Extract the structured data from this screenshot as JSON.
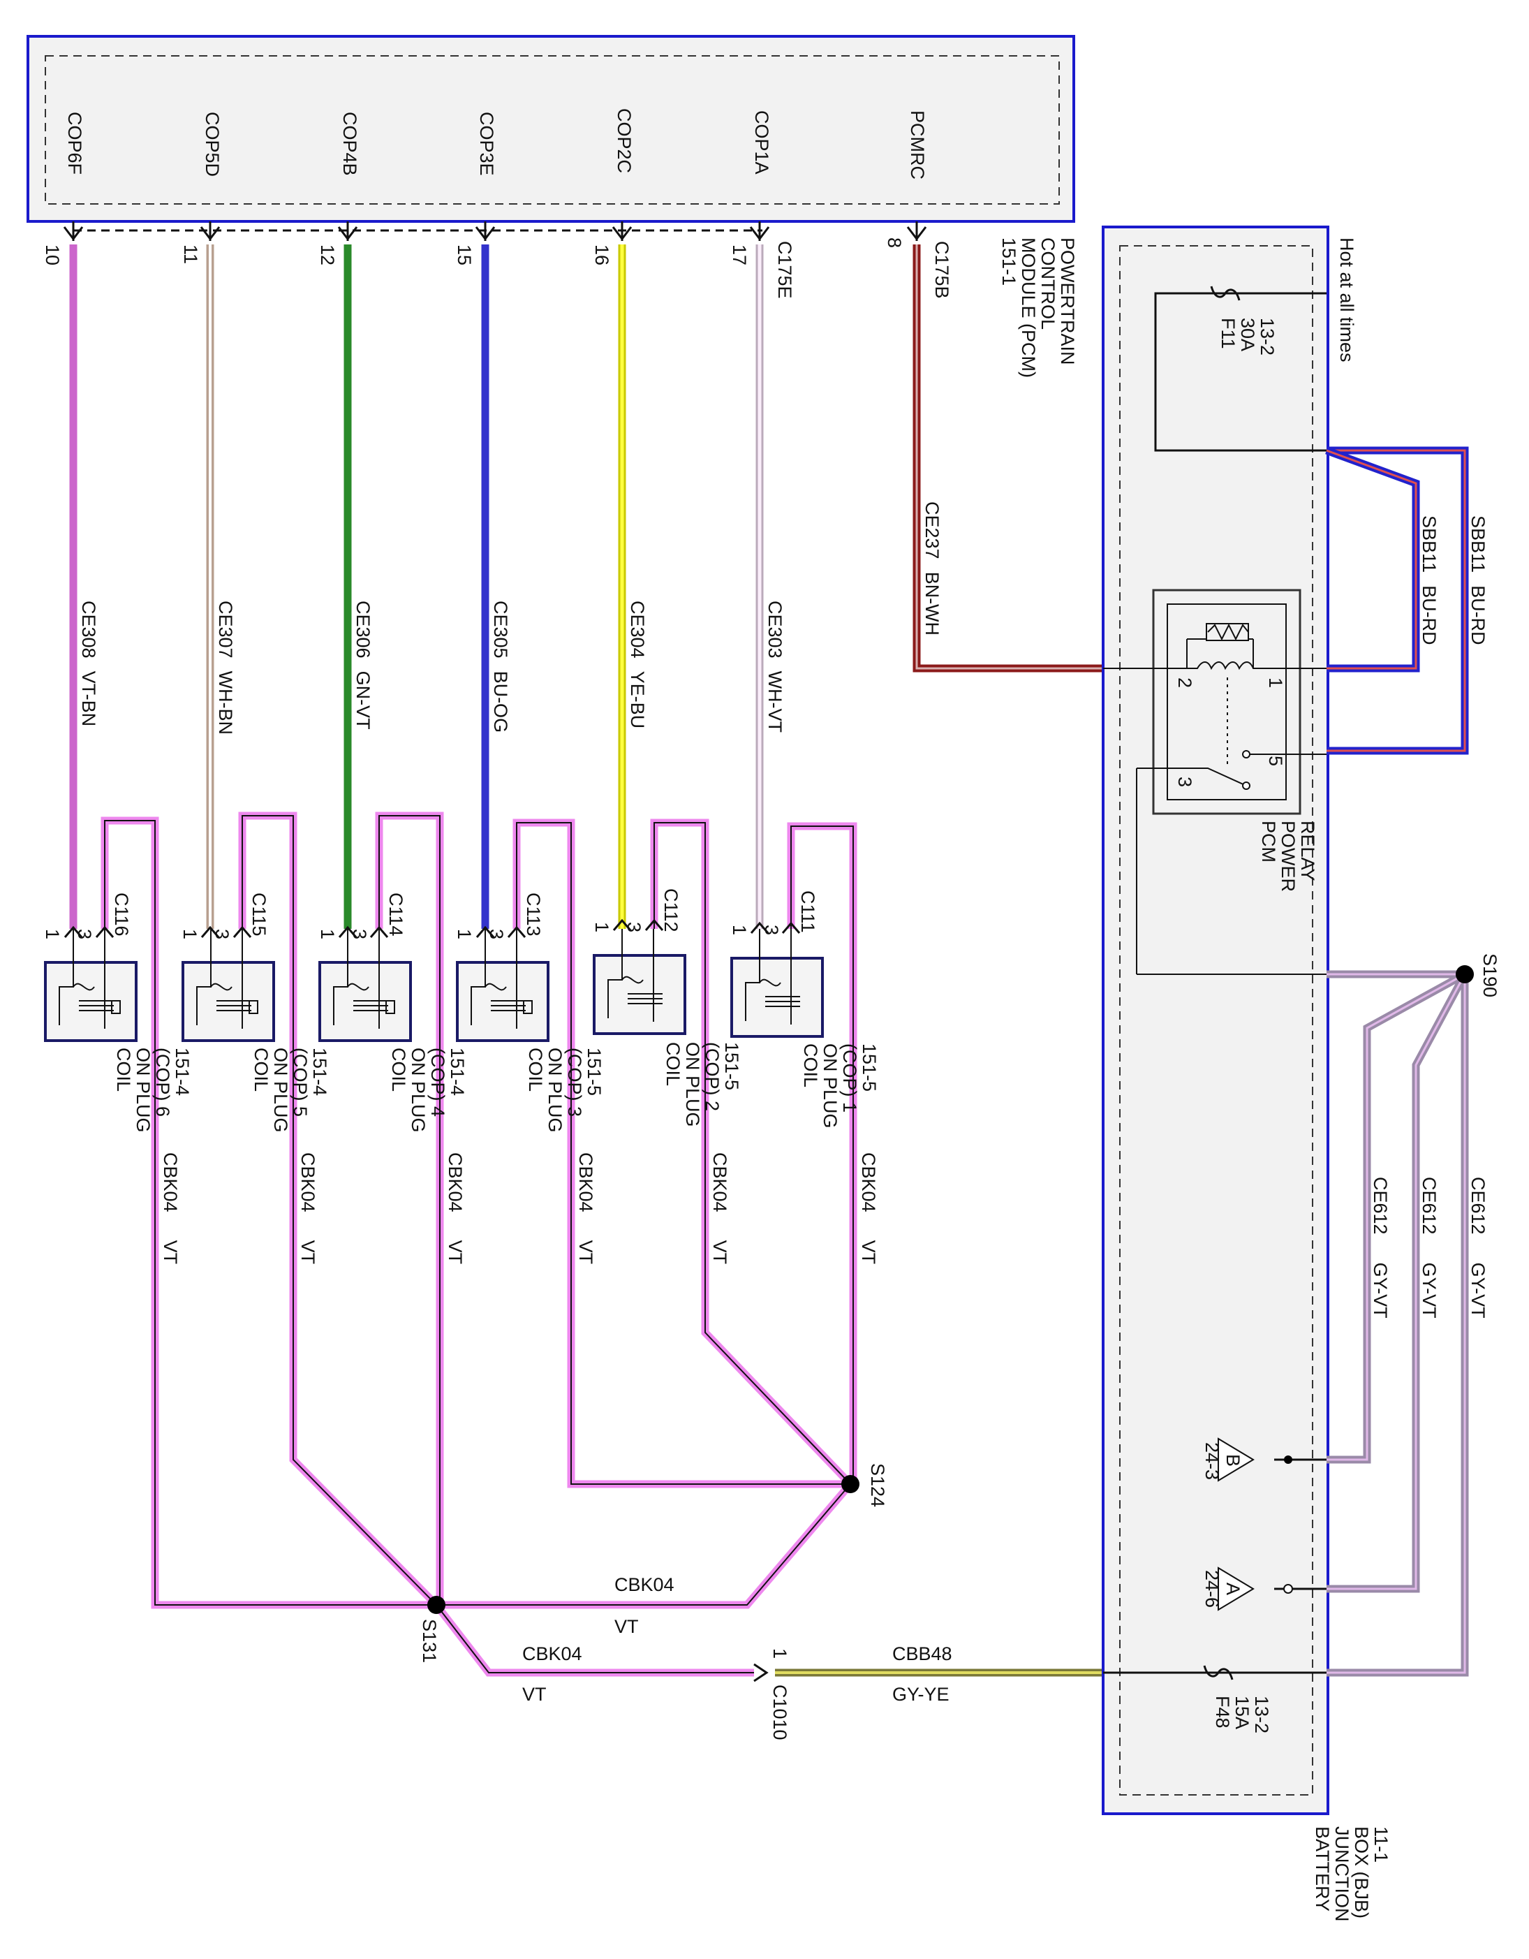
{
  "colors": {
    "box_border": "#1a1acc",
    "box_fill": "#f2f2f2",
    "wire_vt": "#ee88ee",
    "wire_vt_bn": "#cc66cc",
    "wire_wh_bn": "#b8a090",
    "wire_gn_vt": "#2a8a2a",
    "wire_bu_og": "#3333cc",
    "wire_ye_bu": "#e6e600",
    "wire_wh_vt": "#e8c8e8",
    "wire_bn_wh": "#8b1a1a",
    "wire_bu_rd": "#2222cc",
    "wire_gy_vt": "#9a8aa8",
    "wire_gy_ye": "#b0ae60",
    "coil_border": "#1a1a66"
  },
  "pcm": {
    "title_lines": [
      "POWERTRAIN",
      "CONTROL",
      "MODULE (PCM)",
      "151-1"
    ],
    "pins": [
      {
        "name": "COP6F",
        "pin": "10"
      },
      {
        "name": "COP5D",
        "pin": "11"
      },
      {
        "name": "COP4B",
        "pin": "12"
      },
      {
        "name": "COP3E",
        "pin": "15"
      },
      {
        "name": "COP2C",
        "pin": "16"
      },
      {
        "name": "COP1A",
        "pin": "17"
      },
      {
        "name": "PCMRC",
        "pin": "8"
      }
    ],
    "connector_a": "C175E",
    "connector_b": "C175B"
  },
  "wires": [
    {
      "circuit": "CE308",
      "color": "VT-BN"
    },
    {
      "circuit": "CE307",
      "color": "WH-BN"
    },
    {
      "circuit": "CE306",
      "color": "GN-VT"
    },
    {
      "circuit": "CE305",
      "color": "BU-OG"
    },
    {
      "circuit": "CE304",
      "color": "YE-BU"
    },
    {
      "circuit": "CE303",
      "color": "WH-VT"
    },
    {
      "circuit": "CE237",
      "color": "BN-WH"
    }
  ],
  "coils": [
    {
      "connector": "C116",
      "lines": [
        "COIL",
        "ON PLUG",
        "(COP) 6",
        "151-4"
      ]
    },
    {
      "connector": "C115",
      "lines": [
        "COIL",
        "ON PLUG",
        "(COP) 5",
        "151-4"
      ]
    },
    {
      "connector": "C114",
      "lines": [
        "COIL",
        "ON PLUG",
        "(COP) 4",
        "151-4"
      ]
    },
    {
      "connector": "C113",
      "lines": [
        "COIL",
        "ON PLUG",
        "(COP) 3",
        "151-5"
      ]
    },
    {
      "connector": "C112",
      "lines": [
        "COIL",
        "ON PLUG",
        "(COP) 2",
        "151-5"
      ]
    },
    {
      "connector": "C111",
      "lines": [
        "COIL",
        "ON PLUG",
        "(COP) 1",
        "151-5"
      ]
    }
  ],
  "coil_pins": {
    "p1": "1",
    "p3": "3"
  },
  "ground": {
    "circuit": "CBK04",
    "color": "VT"
  },
  "splices": {
    "s131": "S131",
    "s124": "S124",
    "s190": "S190"
  },
  "c1010": {
    "name": "C1010",
    "pin": "1",
    "circuit": "CBB48",
    "color": "GY-YE"
  },
  "bjb": {
    "title_lines": [
      "BATTERY",
      "JUNCTION",
      "BOX (BJB)",
      "11-1"
    ],
    "hot": "Hot at all times",
    "f11": [
      "F11",
      "30A",
      "13-2"
    ],
    "f48": [
      "F48",
      "15A",
      "13-2"
    ],
    "relay_lines": [
      "PCM",
      "POWER",
      "RELAY"
    ],
    "relay_pins": {
      "p1": "1",
      "p2": "2",
      "p3": "3",
      "p5": "5"
    },
    "sbb_outer": {
      "circuit": "SBB11",
      "color": "BU-RD"
    },
    "sbb_inner": {
      "circuit": "SBB11",
      "color": "BU-RD"
    },
    "ce612": [
      {
        "circuit": "CE612",
        "color": "GY-VT"
      },
      {
        "circuit": "CE612",
        "color": "GY-VT"
      },
      {
        "circuit": "CE612",
        "color": "GY-VT"
      }
    ],
    "term_a": {
      "letter": "A",
      "ref": "24-6"
    },
    "term_b": {
      "letter": "B",
      "ref": "24-3"
    }
  }
}
